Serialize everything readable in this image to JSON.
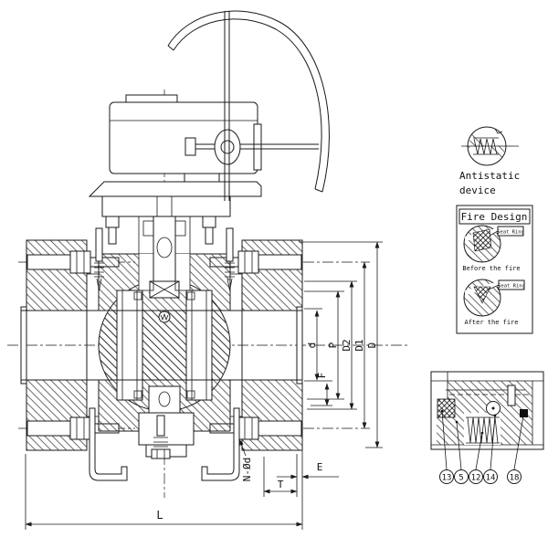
{
  "dimension_labels": {
    "bore": "d",
    "f": "F",
    "p": "P",
    "d2": "D2",
    "d1": "D1",
    "flange_od": "D",
    "bolt_holes": "N-Ød",
    "t": "T",
    "e": "E",
    "length": "L"
  },
  "antistatic_detail": {
    "caption_line1": "Antistatic",
    "caption_line2": "device"
  },
  "fire_design_panel": {
    "title": "Fire Design",
    "before": {
      "part_label": "Seat Ring",
      "caption": "Before the fire"
    },
    "after": {
      "part_label": "Seat Ring",
      "caption": "After the fire"
    }
  },
  "seat_section_detail": {
    "callouts": [
      "13",
      "5",
      "12",
      "14",
      "18"
    ]
  }
}
